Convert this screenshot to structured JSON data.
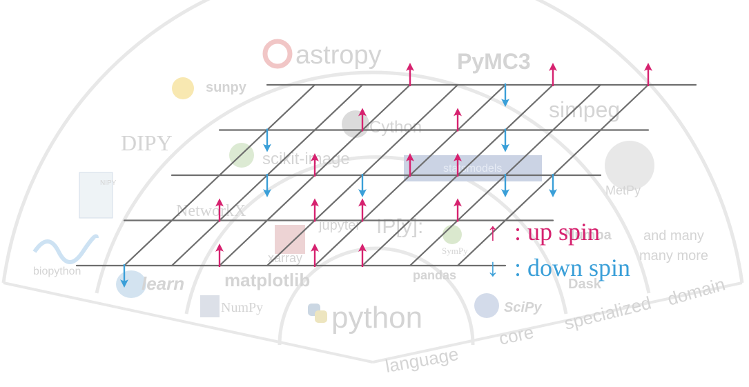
{
  "colors": {
    "up": "#d6226f",
    "down": "#3a9fd8",
    "grid": "#6e6e6e",
    "background_logo": "#c9c9c9"
  },
  "ecosystem": {
    "rings": {
      "language": "language",
      "core": "core",
      "specialized": "specialized",
      "domain": "domain"
    },
    "center": "python",
    "core_libs": [
      "NumPy",
      "learn",
      "matplotlib",
      "pandas",
      "SciPy",
      "SymPy",
      "jupyter",
      "IP[y]:",
      "xarray",
      "Dask",
      "Numba",
      "NetworkX",
      "scikit-image",
      "statsmodels",
      "Cython"
    ],
    "domain_libs": [
      "astropy",
      "PyMC3",
      "sunpy",
      "simpeg",
      "DIPY",
      "NIPY",
      "MetPy",
      "biopython"
    ],
    "more": [
      "and many",
      "many more"
    ]
  },
  "lattice": {
    "rows": 5,
    "cols": 8,
    "spins": [
      [
        "down",
        "none",
        "up",
        "none",
        "up",
        "up",
        "none",
        "none"
      ],
      [
        "none",
        "up",
        "none",
        "up",
        "up",
        "none",
        "up",
        "none"
      ],
      [
        "none",
        "down",
        "up",
        "down",
        "up",
        "up",
        "down",
        "down"
      ],
      [
        "down",
        "none",
        "up",
        "none",
        "up",
        "down",
        "none",
        "none"
      ],
      [
        "none",
        "none",
        "up",
        "none",
        "down",
        "up",
        "none",
        "up"
      ]
    ]
  },
  "legend": {
    "up_symbol": "↑",
    "up_label": ": up spin",
    "down_symbol": "↓",
    "down_label": ": down spin"
  }
}
